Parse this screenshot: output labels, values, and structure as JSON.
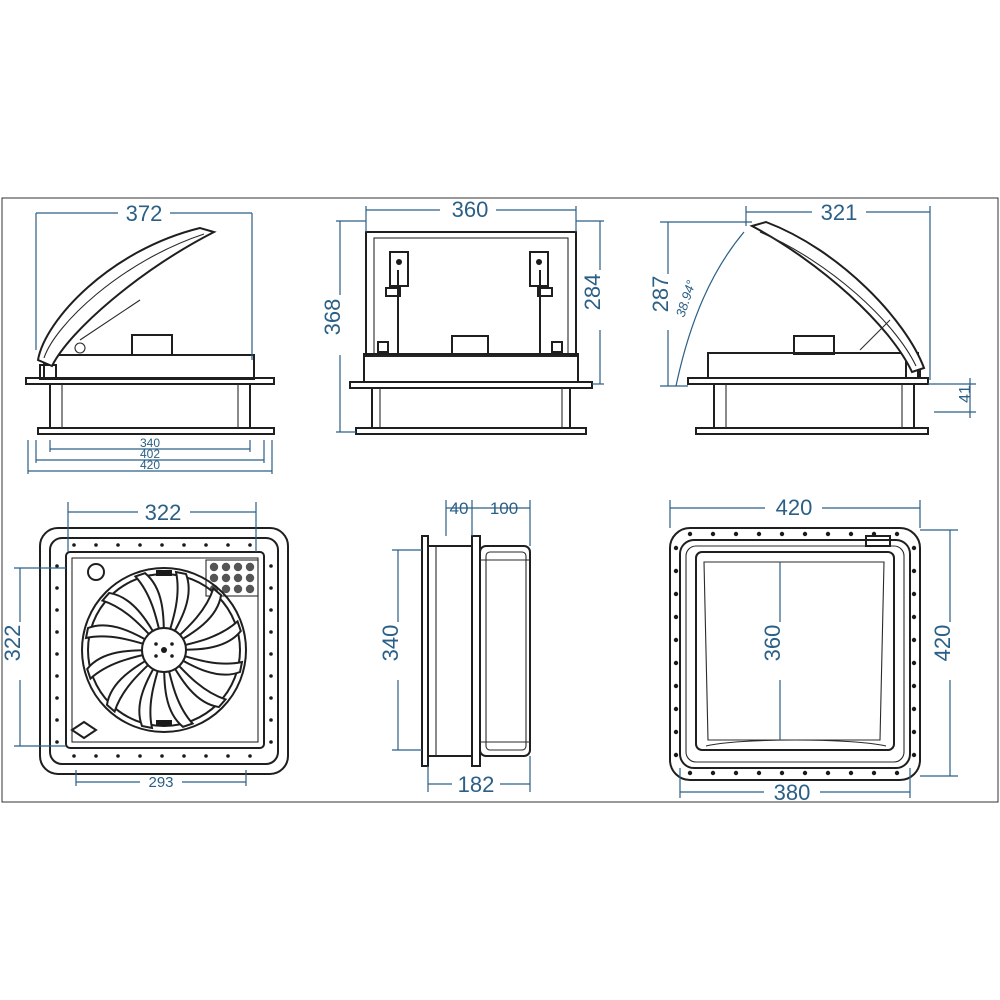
{
  "views": {
    "side_left": {
      "width_top": "372",
      "width_340": "340",
      "width_402": "402",
      "width_420": "420"
    },
    "front": {
      "width_top": "360",
      "height_left": "368",
      "height_right": "284"
    },
    "side_right": {
      "width_top": "321",
      "height_left": "287",
      "angle": "38.94°",
      "height_small": "41"
    },
    "bottom_fan": {
      "width_top": "322",
      "height_left": "322",
      "width_bottom": "293"
    },
    "profile": {
      "depth_40": "40",
      "depth_100": "100",
      "height_left": "340",
      "depth_bottom": "182"
    },
    "top_frame": {
      "width_top": "420",
      "height_right": "420",
      "inner_height": "360",
      "width_bottom": "380"
    }
  },
  "colors": {
    "dimension": "#2b5f86",
    "linework": "#1f1f1f"
  }
}
